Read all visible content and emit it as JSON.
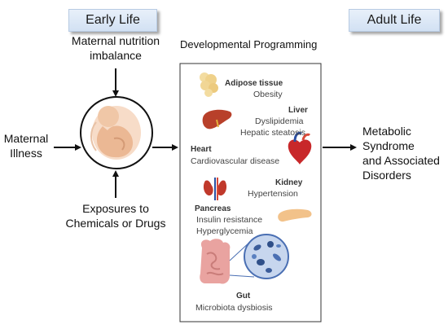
{
  "stages": {
    "early": "Early Life",
    "adult": "Adult Life"
  },
  "inputs": {
    "top": [
      "Maternal nutrition",
      "imbalance"
    ],
    "left": [
      "Maternal",
      "Illness"
    ],
    "bottom": [
      "Exposures to",
      "Chemicals or Drugs"
    ]
  },
  "programming_title": "Developmental Programming",
  "organs": {
    "adipose": {
      "name": "Adipose tissue",
      "effects": [
        "Obesity"
      ]
    },
    "liver": {
      "name": "Liver",
      "effects": [
        "Dyslipidemia",
        "Hepatic steatosis"
      ]
    },
    "heart": {
      "name": "Heart",
      "effects": [
        "Cardiovascular disease"
      ]
    },
    "kidney": {
      "name": "Kidney",
      "effects": [
        "Hypertension"
      ]
    },
    "pancreas": {
      "name": "Pancreas",
      "effects": [
        "Insulin resistance",
        "Hyperglycemia"
      ]
    },
    "gut": {
      "name": "Gut",
      "effects": [
        "Microbiota dysbiosis"
      ]
    }
  },
  "outcome": [
    "Metabolic",
    "Syndrome",
    "and Associated",
    "Disorders"
  ],
  "icons": [
    "fetus-icon",
    "adipose-icon",
    "liver-icon",
    "heart-icon",
    "kidney-icon",
    "pancreas-icon",
    "intestine-icon",
    "microbiota-icon"
  ],
  "colors": {
    "stage_bg": "#dbe6f4",
    "liver": "#b8402a",
    "heart": "#c8282a",
    "kidney": "#c0392b",
    "pancreas": "#f2c28a",
    "gut": "#e9a3a0",
    "microbiota": "#4a6fb3",
    "fetus": "#f0c7a7"
  }
}
